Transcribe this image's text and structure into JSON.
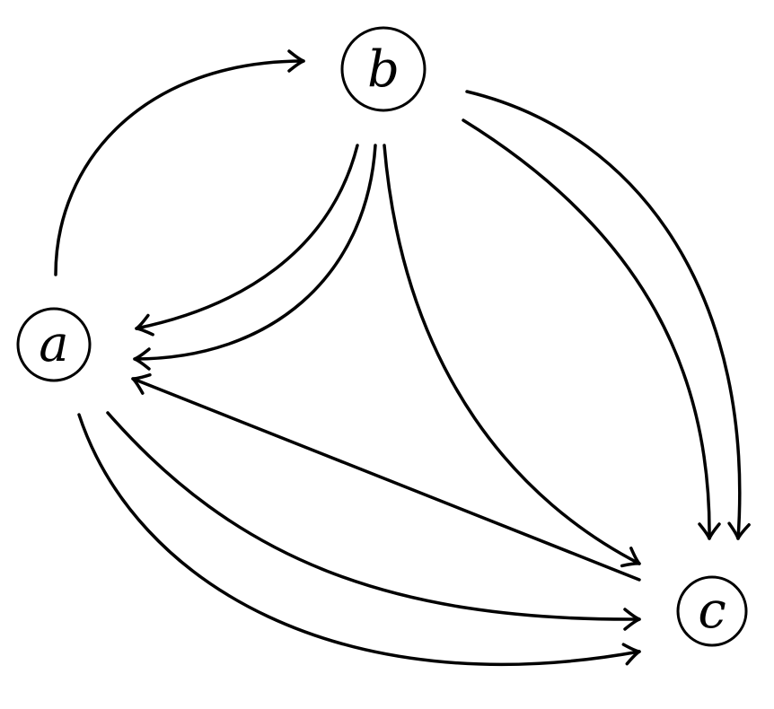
{
  "diagram": {
    "nodes": [
      {
        "id": "a",
        "label": "a"
      },
      {
        "id": "b",
        "label": "b"
      },
      {
        "id": "c",
        "label": "c"
      }
    ],
    "edges": [
      {
        "from": "a",
        "to": "b"
      },
      {
        "from": "b",
        "to": "a"
      },
      {
        "from": "b",
        "to": "a"
      },
      {
        "from": "c",
        "to": "a"
      },
      {
        "from": "b",
        "to": "c"
      },
      {
        "from": "b",
        "to": "c"
      },
      {
        "from": "b",
        "to": "c"
      },
      {
        "from": "a",
        "to": "c"
      },
      {
        "from": "a",
        "to": "c"
      }
    ],
    "stroke_color": "#000000"
  }
}
